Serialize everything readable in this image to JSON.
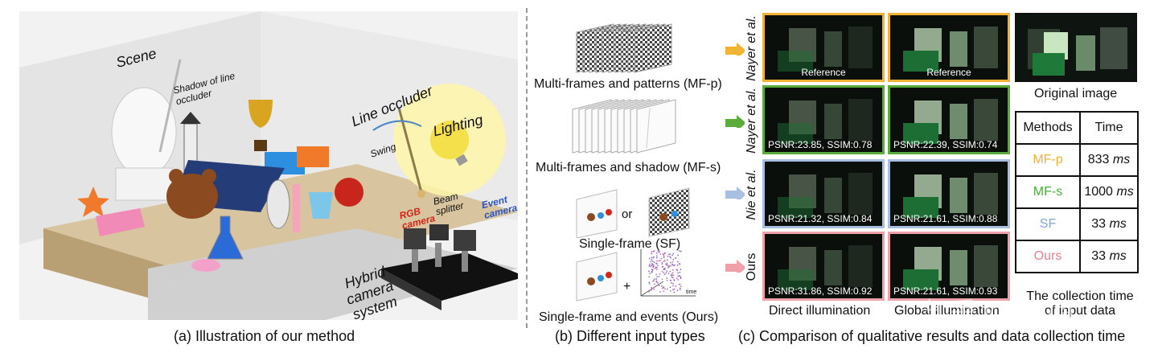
{
  "panel_a": {
    "labels": {
      "scene": "Scene",
      "shadow": "Shadow of line occluder",
      "line_occluder": "Line occluder",
      "swing": "Swing",
      "lighting": "Lighting",
      "rgb_camera": "RGB camera",
      "beam_splitter": "Beam splitter",
      "event_camera": "Event camera",
      "hybrid_system": "Hybrid camera system"
    },
    "caption": "(a) Illustration of our method"
  },
  "panel_b": {
    "items": [
      {
        "label": "Multi-frames and patterns (MF-p)"
      },
      {
        "label": "Multi-frames and shadow (MF-s)"
      },
      {
        "label": "Single-frame (SF)",
        "or": "or"
      },
      {
        "label": "Single-frame and events (Ours)",
        "plus": "+",
        "time": "time"
      }
    ],
    "caption": "(b) Different input types"
  },
  "panel_c": {
    "rows": [
      {
        "name": "Nayer et al.",
        "color": "#f2b233",
        "direct": "Reference",
        "global": "Reference"
      },
      {
        "name": "Nayer et al.",
        "color": "#5aad3a",
        "direct": "PSNR:23.85, SSIM:0.78",
        "global": "PSNR:22.39, SSIM:0.74"
      },
      {
        "name": "Nie et al.",
        "color": "#a9bfe0",
        "direct": "PSNR:21.32, SSIM:0.84",
        "global": "PSNR:21.61, SSIM:0.88"
      },
      {
        "name": "Ours",
        "color": "#f0a0a8",
        "direct": "PSNR:31.86, SSIM:0.92",
        "global": "PSNR:21.61, SSIM:0.93"
      }
    ],
    "col_labels": {
      "direct": "Direct illumination",
      "global": "Global illumination"
    },
    "original_label": "Original image",
    "table": {
      "headers": [
        "Methods",
        "Time"
      ],
      "rows": [
        {
          "method": "MF-p",
          "time": "833",
          "unit": "ms",
          "color": "#f2b233"
        },
        {
          "method": "MF-s",
          "time": "1000",
          "unit": "ms",
          "color": "#4caf3c"
        },
        {
          "method": "SF",
          "time": "33",
          "unit": "ms",
          "color": "#7fa6d9"
        },
        {
          "method": "Ours",
          "time": "33",
          "unit": "ms",
          "color": "#ee7f8c"
        }
      ],
      "note": "The collection time of input data"
    },
    "caption": "(c) Comparison of qualitative results and data collection time"
  },
  "watermark": "知乎 @Olivia"
}
